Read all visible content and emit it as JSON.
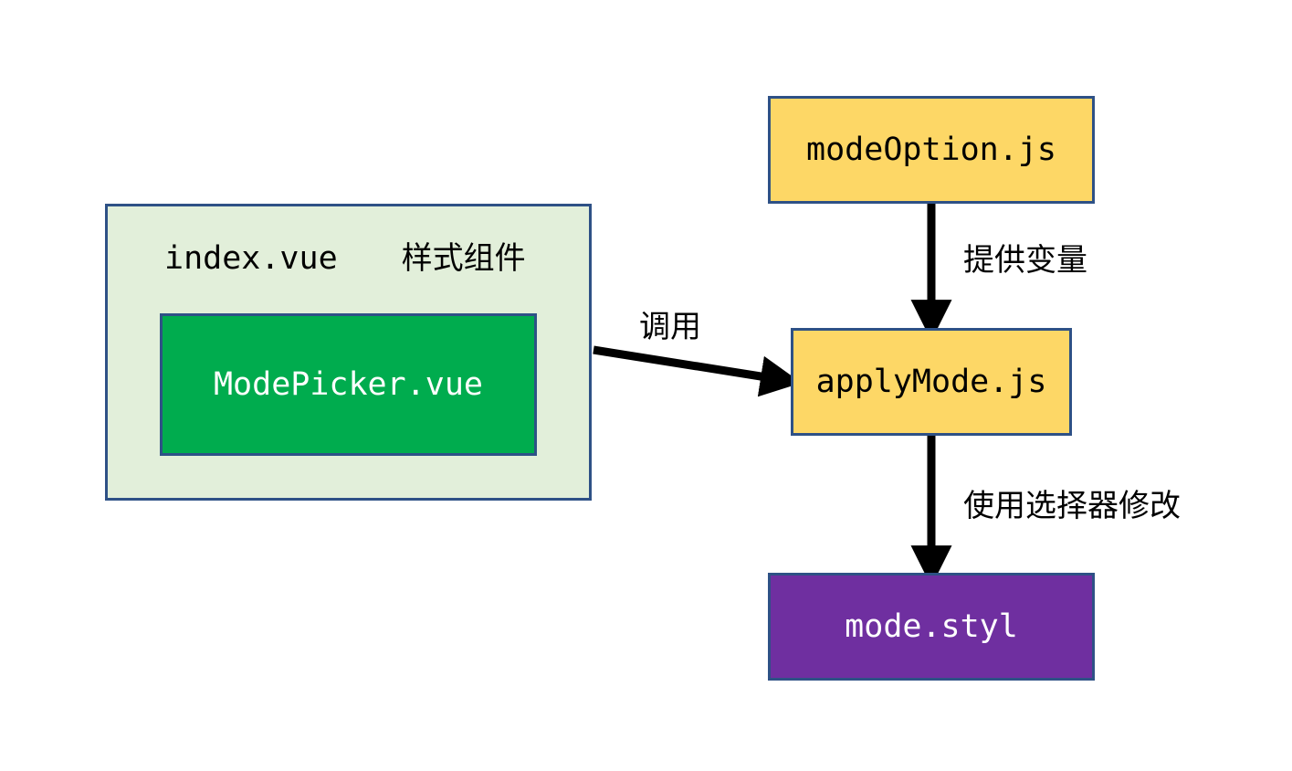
{
  "diagram": {
    "title": "Vue theme mode architecture flow",
    "background": "#ffffff",
    "border_color": "#2e5186",
    "nodes": [
      {
        "id": "group-index-vue",
        "label": "index.vue",
        "subtitle": "样式组件",
        "fill": "#e2efda",
        "shape": "rectangle"
      },
      {
        "id": "node-modepicker",
        "label": "ModePicker.vue",
        "fill": "#00ac4e",
        "text_color": "#ffffff",
        "shape": "rectangle"
      },
      {
        "id": "node-modeoption",
        "label": "modeOption.js",
        "fill": "#fdd766",
        "text_color": "#000000",
        "shape": "rectangle"
      },
      {
        "id": "node-applymode",
        "label": "applyMode.js",
        "fill": "#fdd766",
        "text_color": "#000000",
        "shape": "rectangle"
      },
      {
        "id": "node-modestyl",
        "label": "mode.styl",
        "fill": "#6f2fa0",
        "text_color": "#ffffff",
        "shape": "rectangle"
      }
    ],
    "edges": [
      {
        "id": "edge-call",
        "from": "group-index-vue",
        "to": "node-applymode",
        "label": "调用",
        "color": "#000000"
      },
      {
        "id": "edge-provide-vars",
        "from": "node-modeoption",
        "to": "node-applymode",
        "label": "提供变量",
        "color": "#000000"
      },
      {
        "id": "edge-selector-modify",
        "from": "node-applymode",
        "to": "node-modestyl",
        "label": "使用选择器修改",
        "color": "#000000"
      }
    ]
  }
}
